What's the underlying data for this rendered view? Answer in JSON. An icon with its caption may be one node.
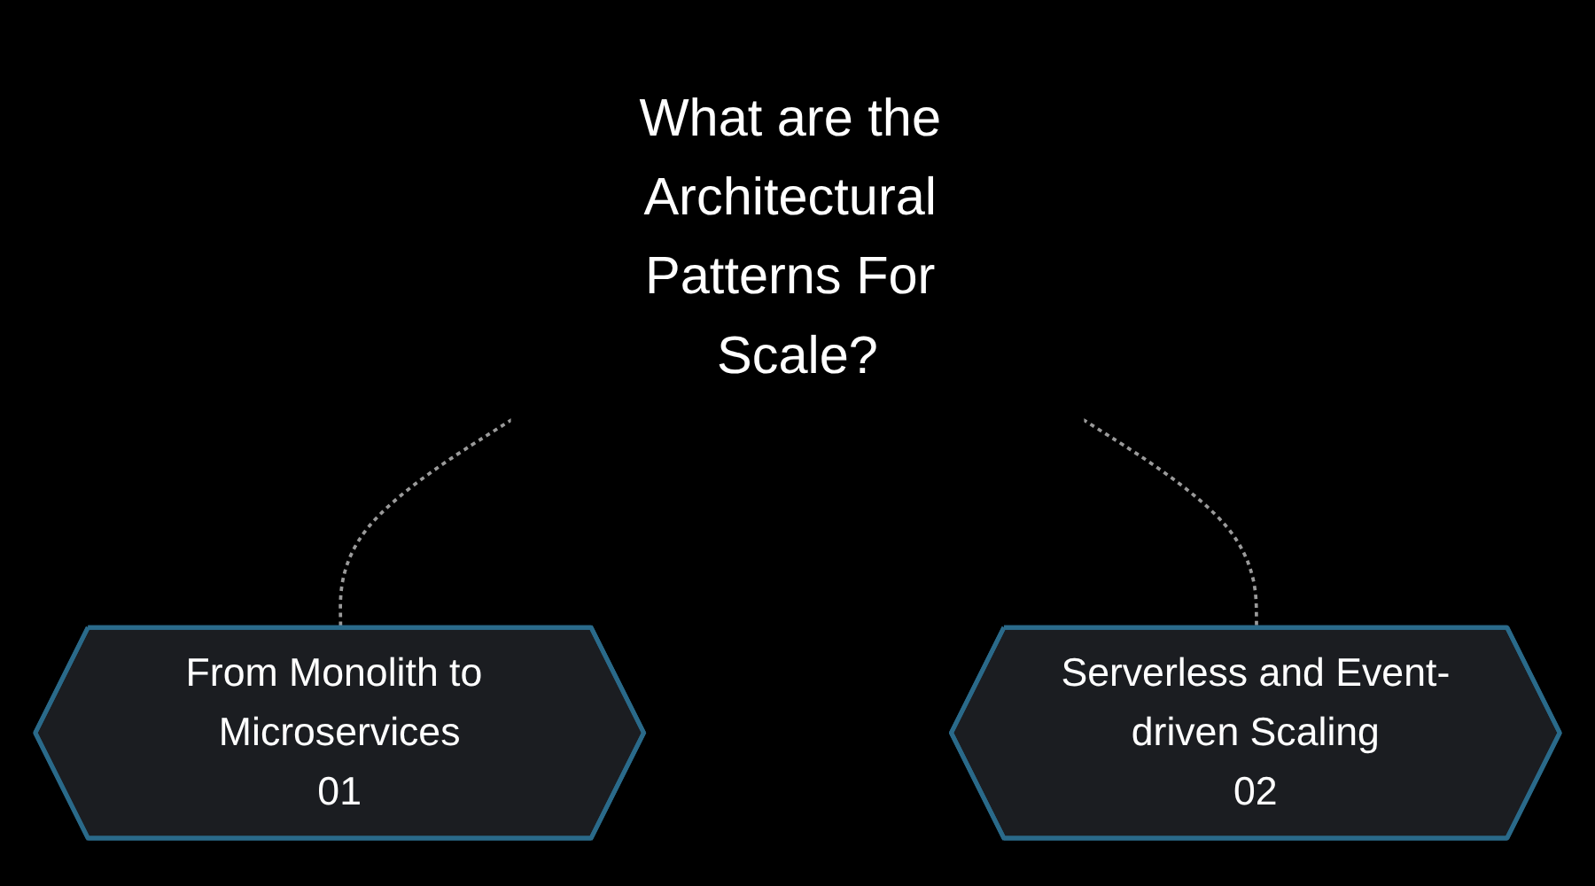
{
  "diagram": {
    "nodes": [
      {
        "text": [
          "What are the Architectural Patterns For Scale?"
        ]
      },
      {
        "text": [
          "From Monolith to Microservices",
          "01"
        ]
      },
      {
        "text": [
          "Serverless and Event-driven Scaling",
          "02"
        ]
      }
    ],
    "edges": [
      {
        "from": 0,
        "to": 1,
        "arrow": "none",
        "style": "dashed"
      },
      {
        "from": 0,
        "to": 2,
        "arrow": "none",
        "style": "dashed"
      }
    ]
  }
}
